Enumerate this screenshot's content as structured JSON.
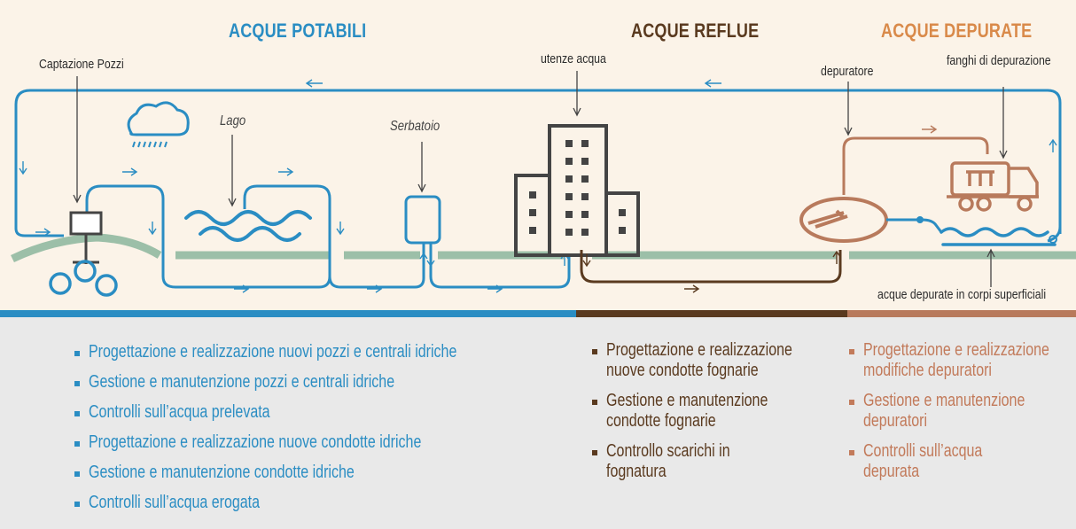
{
  "sections": {
    "potabili": {
      "title": "ACQUE POTABILI",
      "color": "#2a8dc3"
    },
    "reflue": {
      "title": "ACQUE REFLUE",
      "color": "#5a3a1f"
    },
    "depurate": {
      "title": "ACQUE DEPURATE",
      "color": "#d98a4a"
    }
  },
  "labels": {
    "captazione": "Captazione Pozzi",
    "lago": "Lago",
    "serbatoio": "Serbatoio",
    "utenze": "utenze acqua",
    "depuratore": "depuratore",
    "fanghi": "fanghi di depurazione",
    "corpi": "acque depurate in corpi superficiali"
  },
  "lists": {
    "potabili": [
      "Progettazione e realizzazione nuovi pozzi e centrali idriche",
      "Gestione e manutenzione pozzi e centrali idriche",
      "Controlli sull’acqua prelevata",
      "Progettazione e realizzazione nuove condotte idriche",
      "Gestione e manutenzione condotte idriche",
      "Controlli sull’acqua erogata"
    ],
    "reflue": [
      [
        "Progettazione e realizzazione",
        "nuove condotte fognarie"
      ],
      [
        "Gestione e manutenzione",
        "condotte fognarie"
      ],
      [
        "Controllo scarichi in",
        "fognatura"
      ]
    ],
    "depurate": [
      [
        "Progettazione e realizzazione",
        "modifiche depuratori"
      ],
      [
        "Gestione e manutenzione",
        "depuratori"
      ],
      [
        "Controlli sull’acqua",
        "depurata"
      ]
    ]
  },
  "colors": {
    "blue": "#2a8dc3",
    "brown": "#5a3a1f",
    "copper": "#b87a5c",
    "ground": "#9cbfa8",
    "dark": "#444444",
    "background": "#fbf3e8",
    "panel": "#e9e9e9"
  }
}
